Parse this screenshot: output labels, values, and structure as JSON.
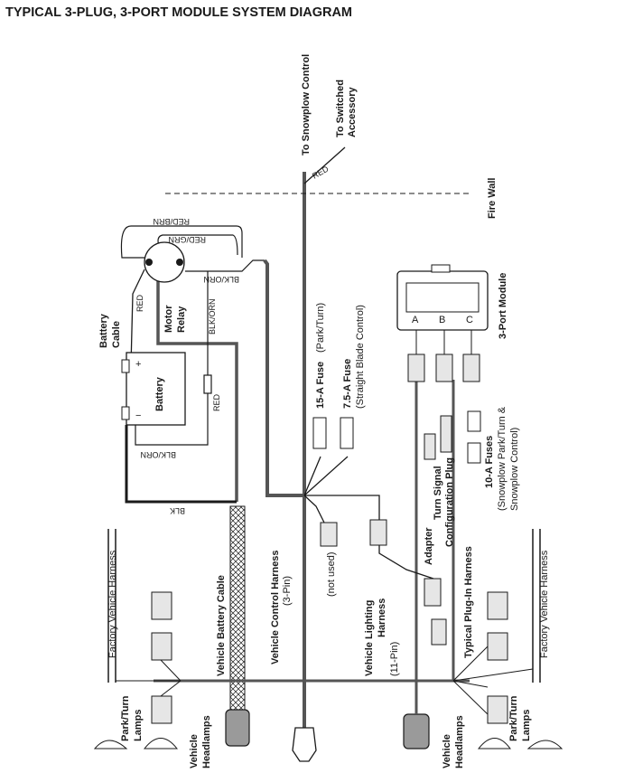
{
  "title": "TYPICAL 3-PLUG, 3-PORT MODULE SYSTEM DIAGRAM",
  "labels": {
    "to_snowplow_control": "To Snowplow Control",
    "to_switched_accessory_1": "To Switched",
    "to_switched_accessory_2": "Accessory",
    "red_top": "RED",
    "fire_wall": "Fire Wall",
    "red_brn": "RED/BRN",
    "red_grn": "RED/GRN",
    "blk_orn_top": "BLK/ORN",
    "blk_orn_vert": "BLK/ORN",
    "red_relay": "RED",
    "red_fuse": "RED",
    "motor_relay_1": "Motor",
    "motor_relay_2": "Relay",
    "battery_cable_1": "Battery",
    "battery_cable_2": "Cable",
    "battery": "Battery",
    "plus": "+",
    "minus": "−",
    "blk_orn_bottom": "BLK/ORN",
    "blk": "BLK",
    "module_name": "3-Port Module",
    "port_a": "A",
    "port_b": "B",
    "port_c": "C",
    "fuse_15_bold": "15-A Fuse",
    "fuse_15_paren": "(Park/Turn)",
    "fuse_75_bold": "7.5-A Fuse",
    "fuse_75_paren": "(Straight Blade Control)",
    "fuse_10_bold": "10-A Fuses",
    "fuse_10_paren_1": "(Snowplow Park/Turn &",
    "fuse_10_paren_2": "Snowplow Control)",
    "turn_signal_1": "Turn Signal",
    "turn_signal_2": "Configuration Plug",
    "adapter": "Adapter",
    "typical_plugin_harness": "Typical Plug-In Harness",
    "factory_harness_left": "Factory Vehicle Harness",
    "factory_harness_right": "Factory Vehicle Harness",
    "vehicle_battery_cable": "Vehicle Battery Cable",
    "vehicle_control_harness": "Vehicle Control Harness",
    "three_pin": "(3-Pin)",
    "not_used": "(not used)",
    "vlh_1": "Vehicle Lighting",
    "vlh_2": "Harness",
    "vlh_3": "(11-Pin)",
    "park_turn_lamps_left_1": "Park/Turn",
    "park_turn_lamps_left_2": "Lamps",
    "park_turn_lamps_right_1": "Park/Turn",
    "park_turn_lamps_right_2": "Lamps",
    "vehicle_headlamps_left_1": "Vehicle",
    "vehicle_headlamps_left_2": "Headlamps",
    "vehicle_headlamps_right_1": "Vehicle",
    "vehicle_headlamps_right_2": "Headlamps"
  },
  "colors": {
    "ink": "#1a1a1a",
    "cable": "#555555",
    "grey_fill": "#9a9a9a",
    "light_fill": "#e6e6e6"
  }
}
